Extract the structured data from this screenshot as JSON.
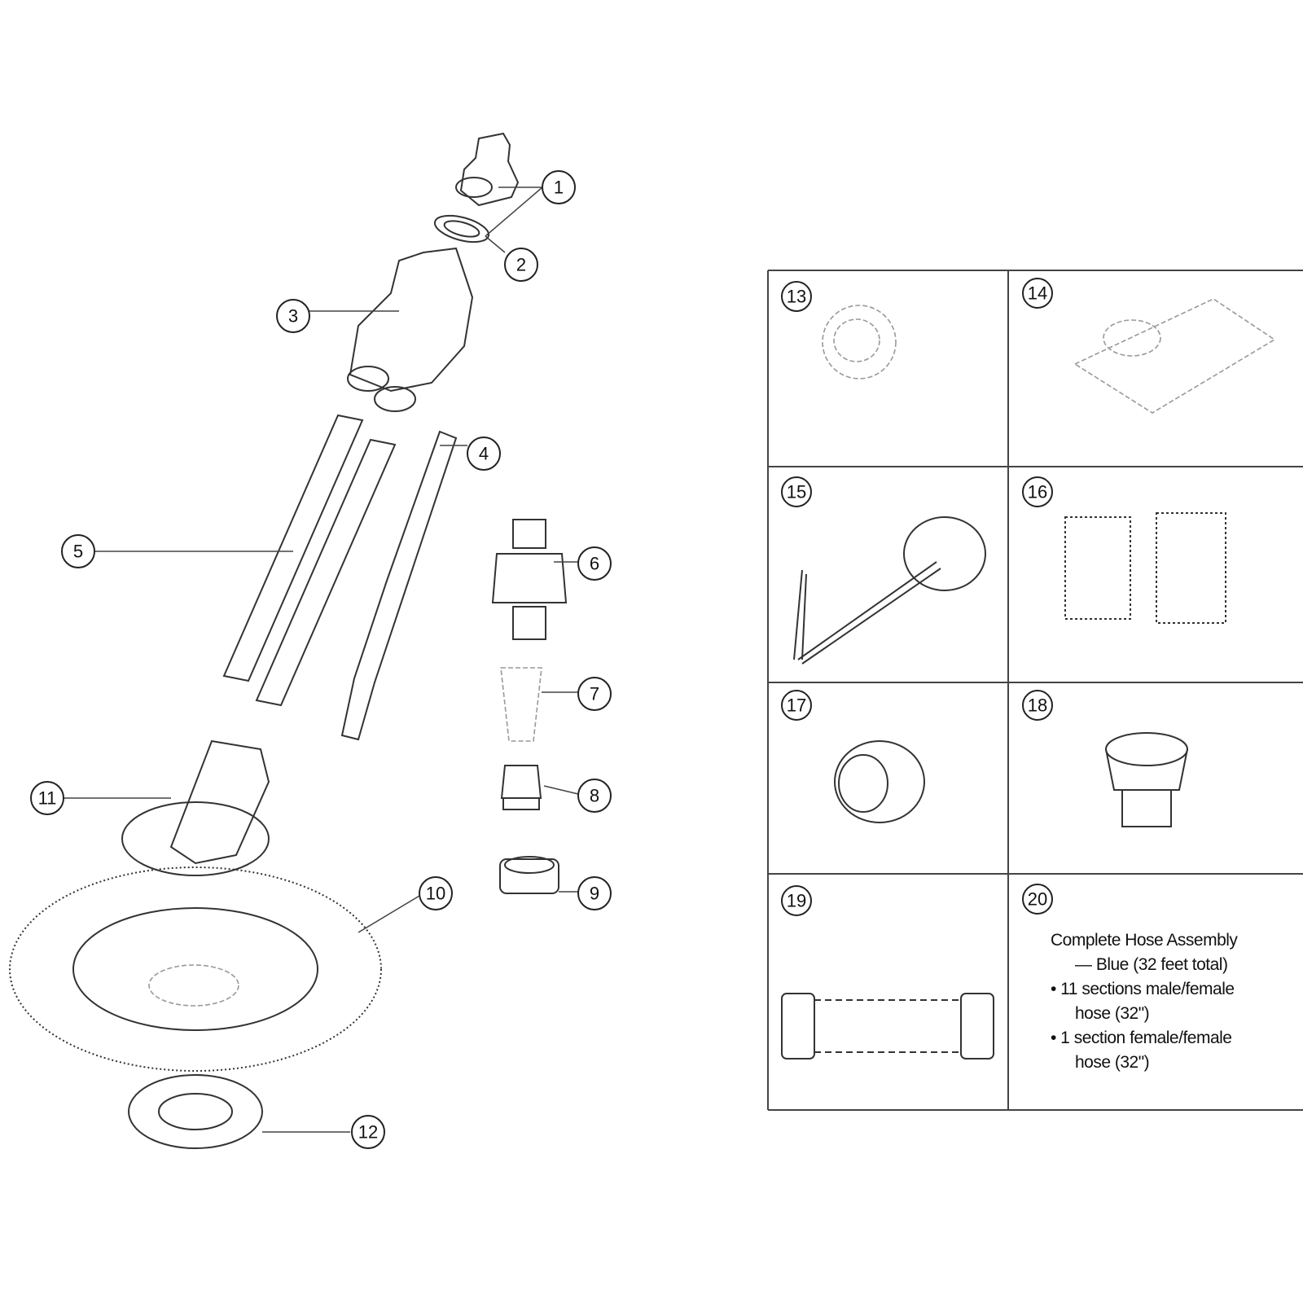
{
  "diagram": {
    "parts_left": [
      "1",
      "2",
      "3",
      "4",
      "5",
      "6",
      "7",
      "8",
      "9",
      "10",
      "11",
      "12"
    ],
    "parts_grid": [
      "13",
      "14",
      "15",
      "16",
      "17",
      "18",
      "19",
      "20"
    ],
    "item20": {
      "title": "Complete Hose Assembly",
      "subtitle": "— Blue (32 feet total)",
      "bullet1_a": "• 11 sections male/female",
      "bullet1_b": "hose (32\")",
      "bullet2_a": "• 1 section female/female",
      "bullet2_b": "hose (32\")"
    }
  }
}
